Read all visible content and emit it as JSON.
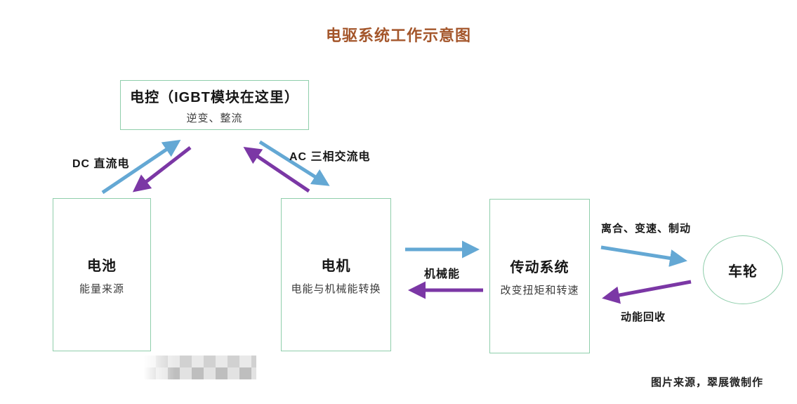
{
  "title": "电驱系统工作示意图",
  "nodes": {
    "controller": {
      "title": "电控（IGBT模块在这里）",
      "subtitle": "逆变、整流"
    },
    "battery": {
      "title": "电池",
      "subtitle": "能量来源"
    },
    "motor": {
      "title": "电机",
      "subtitle": "电能与机械能转换"
    },
    "transmission": {
      "title": "传动系统",
      "subtitle": "改变扭矩和转速"
    },
    "wheel": {
      "title": "车轮"
    }
  },
  "edges": {
    "dc": {
      "label": "DC 直流电",
      "direction": "bidirectional",
      "colors": [
        "#64a8d4",
        "#7b37a5"
      ]
    },
    "ac": {
      "label": "AC 三相交流电",
      "direction": "bidirectional",
      "colors": [
        "#64a8d4",
        "#7b37a5"
      ]
    },
    "mechanical": {
      "label": "机械能",
      "direction": "bidirectional",
      "colors": [
        "#64a8d4",
        "#7b37a5"
      ]
    },
    "to_wheel": {
      "label": "离合、变速、制动",
      "color": "#64a8d4"
    },
    "from_wheel": {
      "label": "动能回收",
      "color": "#7b37a5"
    }
  },
  "footer": {
    "credit": "图片来源，翠展微制作"
  },
  "colors": {
    "title_text": "#a4562b",
    "box_border": "#8fceab",
    "arrow_blue": "#64a8d4",
    "arrow_purple": "#7b37a5",
    "body_text": "#161616",
    "subtitle_text": "#3d3d3d"
  }
}
